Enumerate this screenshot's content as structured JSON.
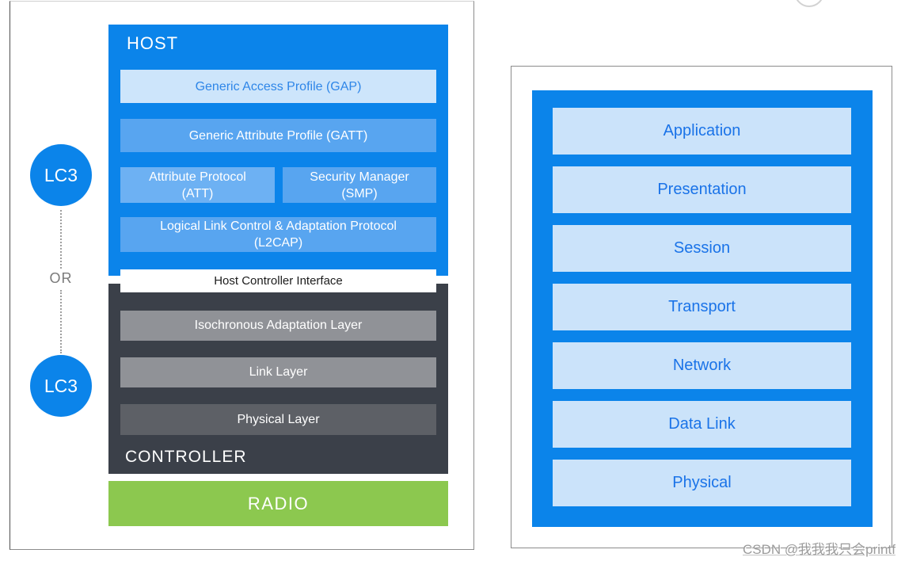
{
  "left_panel": {
    "host": {
      "title": "HOST",
      "gap_label": "Generic Access Profile (GAP)",
      "gatt_label": "Generic Attribute Profile (GATT)",
      "att_line1": "Attribute Protocol",
      "att_line2": "(ATT)",
      "smp_line1": "Security Manager",
      "smp_line2": "(SMP)",
      "l2cap_line1": "Logical Link Control & Adaptation Protocol",
      "l2cap_line2": "(L2CAP)"
    },
    "hci_label": "Host Controller Interface",
    "controller": {
      "title": "CONTROLLER",
      "layers": [
        "Isochronous Adaptation Layer",
        "Link Layer",
        "Physical Layer"
      ]
    },
    "radio_label": "RADIO",
    "codec": {
      "lc3_top": "LC3",
      "lc3_bottom": "LC3",
      "or_label": "OR"
    }
  },
  "right_panel": {
    "osi_layers": [
      "Application",
      "Presentation",
      "Session",
      "Transport",
      "Network",
      "Data Link",
      "Physical"
    ]
  },
  "watermark_text": "CSDN @我我我只会printf",
  "colors": {
    "primary_blue": "#0b84ea",
    "light_blue_box": "#cde5fb",
    "medium_blue_box": "#58a5f0",
    "att_blue_box": "#6db1f3",
    "gap_text_blue": "#2e86e8",
    "osi_box_fill": "#cbe3fa",
    "osi_text_blue": "#1a73e8",
    "controller_dark": "#3b4049",
    "layer_gray": "#909297",
    "physical_layer_gray": "#5d6066",
    "radio_green": "#8cc84f",
    "or_text_gray": "#7a7a7a",
    "watermark_gray": "#9b9b9b",
    "panel_border": "#8c8c8c"
  }
}
